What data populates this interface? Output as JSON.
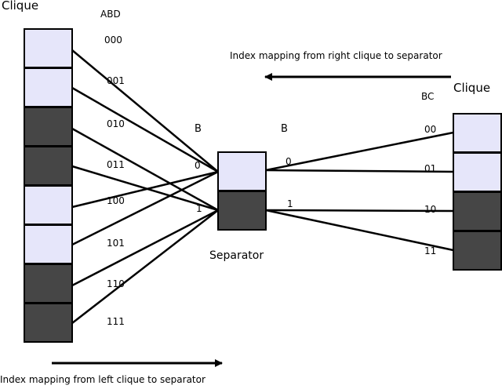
{
  "left_clique": {
    "title": "Clique",
    "variables": "ABD",
    "indices": [
      "000",
      "001",
      "010",
      "011",
      "100",
      "101",
      "110",
      "111"
    ],
    "cell_states": [
      "light",
      "light",
      "dark",
      "dark",
      "light",
      "light",
      "dark",
      "dark"
    ]
  },
  "separator": {
    "title": "Separator",
    "variable_left": "B",
    "variable_right": "B",
    "indices": [
      "0",
      "1"
    ],
    "cell_states": [
      "light",
      "dark"
    ]
  },
  "right_clique": {
    "title": "Clique",
    "variables": "BC",
    "indices": [
      "00",
      "01",
      "10",
      "11"
    ],
    "cell_states": [
      "light",
      "light",
      "dark",
      "dark"
    ]
  },
  "captions": {
    "right_mapping": "Index mapping from right clique to separator",
    "left_mapping": "Index mapping from left clique to separator"
  },
  "mappings": {
    "left_to_separator": [
      0,
      0,
      1,
      1,
      0,
      0,
      1,
      1
    ],
    "right_to_separator": [
      0,
      0,
      1,
      1
    ]
  },
  "colors": {
    "light": "#e6e6fa",
    "dark": "#464646",
    "stroke": "#000000"
  }
}
